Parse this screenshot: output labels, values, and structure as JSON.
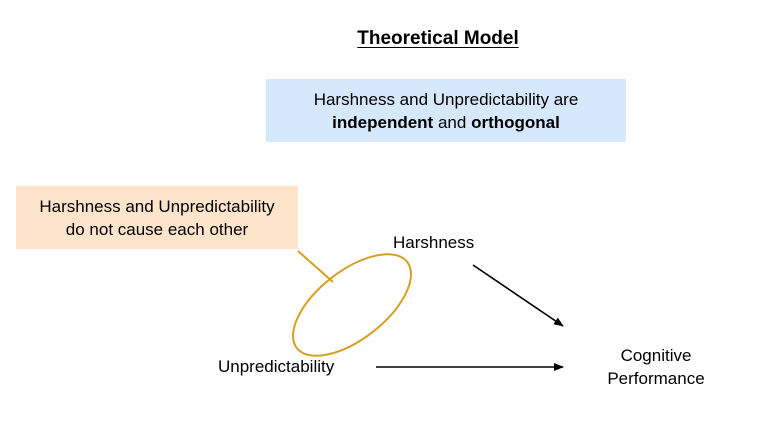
{
  "title": "Theoretical Model",
  "blue_box": {
    "line1": "Harshness and Unpredictability are",
    "bold1": "independent",
    "and": "and",
    "bold2": "orthogonal"
  },
  "orange_box": {
    "line1": "Harshness and Unpredictability",
    "line2": "do not cause each other"
  },
  "nodes": {
    "harshness": "Harshness",
    "unpredictability": "Unpredictability",
    "cognitive_line1": "Cognitive",
    "cognitive_line2": "Performance"
  },
  "colors": {
    "blue_box": "#d6e8fb",
    "orange_box": "#fde4cb",
    "ellipse": "#d4a11e",
    "arrow": "#000000"
  }
}
